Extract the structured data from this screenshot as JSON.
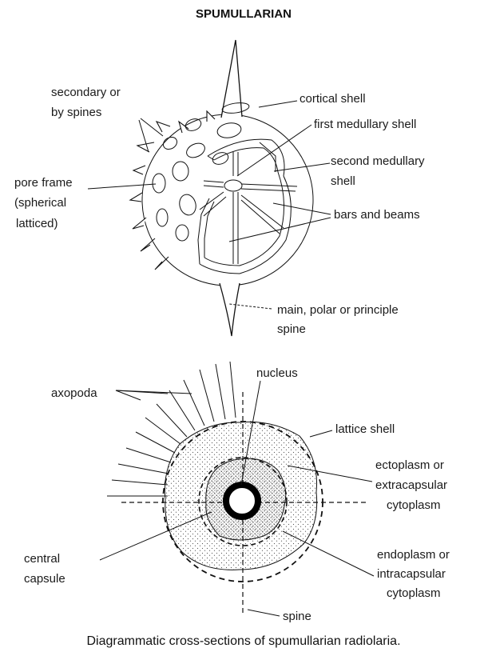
{
  "title": "SPUMULLARIAN",
  "caption": "Diagrammatic cross-sections of spumullarian radiolaria.",
  "top_labels": {
    "secondary_spines_1": "secondary or",
    "secondary_spines_2": "by spines",
    "cortical_shell": "cortical shell",
    "first_medullary_shell": "first medullary shell",
    "second_medullary_shell_1": "second medullary",
    "second_medullary_shell_2": "shell",
    "pore_frame_1": "pore frame",
    "pore_frame_2": "(spherical",
    "pore_frame_3": "latticed)",
    "bars_and_beams": "bars and beams",
    "main_spine_1": "main, polar or principle",
    "main_spine_2": "spine"
  },
  "bottom_labels": {
    "nucleus": "nucleus",
    "axopoda": "axopoda",
    "lattice_shell": "lattice shell",
    "ectoplasm_1": "ectoplasm or",
    "ectoplasm_2": "extracapsular",
    "ectoplasm_3": "cytoplasm",
    "central_capsule_1": "central",
    "central_capsule_2": "capsule",
    "endoplasm_1": "endoplasm or",
    "endoplasm_2": "intracapsular",
    "endoplasm_3": "cytoplasm",
    "spine": "spine"
  },
  "colors": {
    "ink": "#111111",
    "background": "#ffffff"
  }
}
